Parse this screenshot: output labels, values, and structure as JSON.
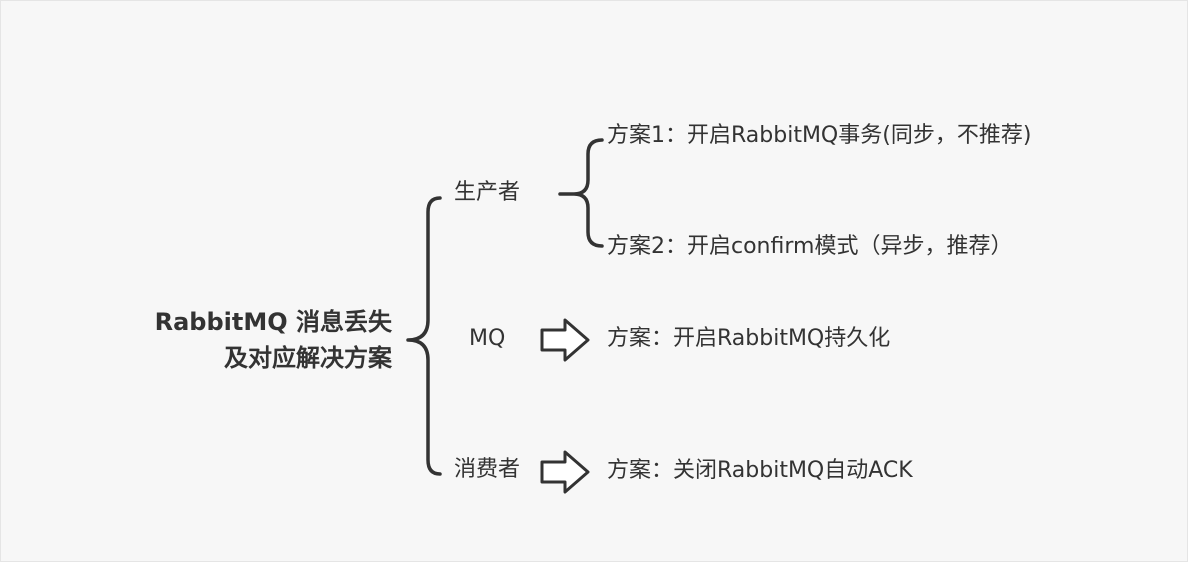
{
  "root": {
    "line1": "RabbitMQ 消息丢失",
    "line2": "及对应解决方案"
  },
  "branches": {
    "producer": {
      "label": "生产者",
      "solution1": "方案1：开启RabbitMQ事务(同步，不推荐)",
      "solution2": "方案2：开启confirm模式（异步，推荐）"
    },
    "mq": {
      "label": "MQ",
      "solution": "方案：开启RabbitMQ持久化"
    },
    "consumer": {
      "label": "消费者",
      "solution": "方案：关闭RabbitMQ自动ACK"
    }
  },
  "colors": {
    "line": "#333333",
    "text": "#333333",
    "background": "#f7f7f7"
  }
}
